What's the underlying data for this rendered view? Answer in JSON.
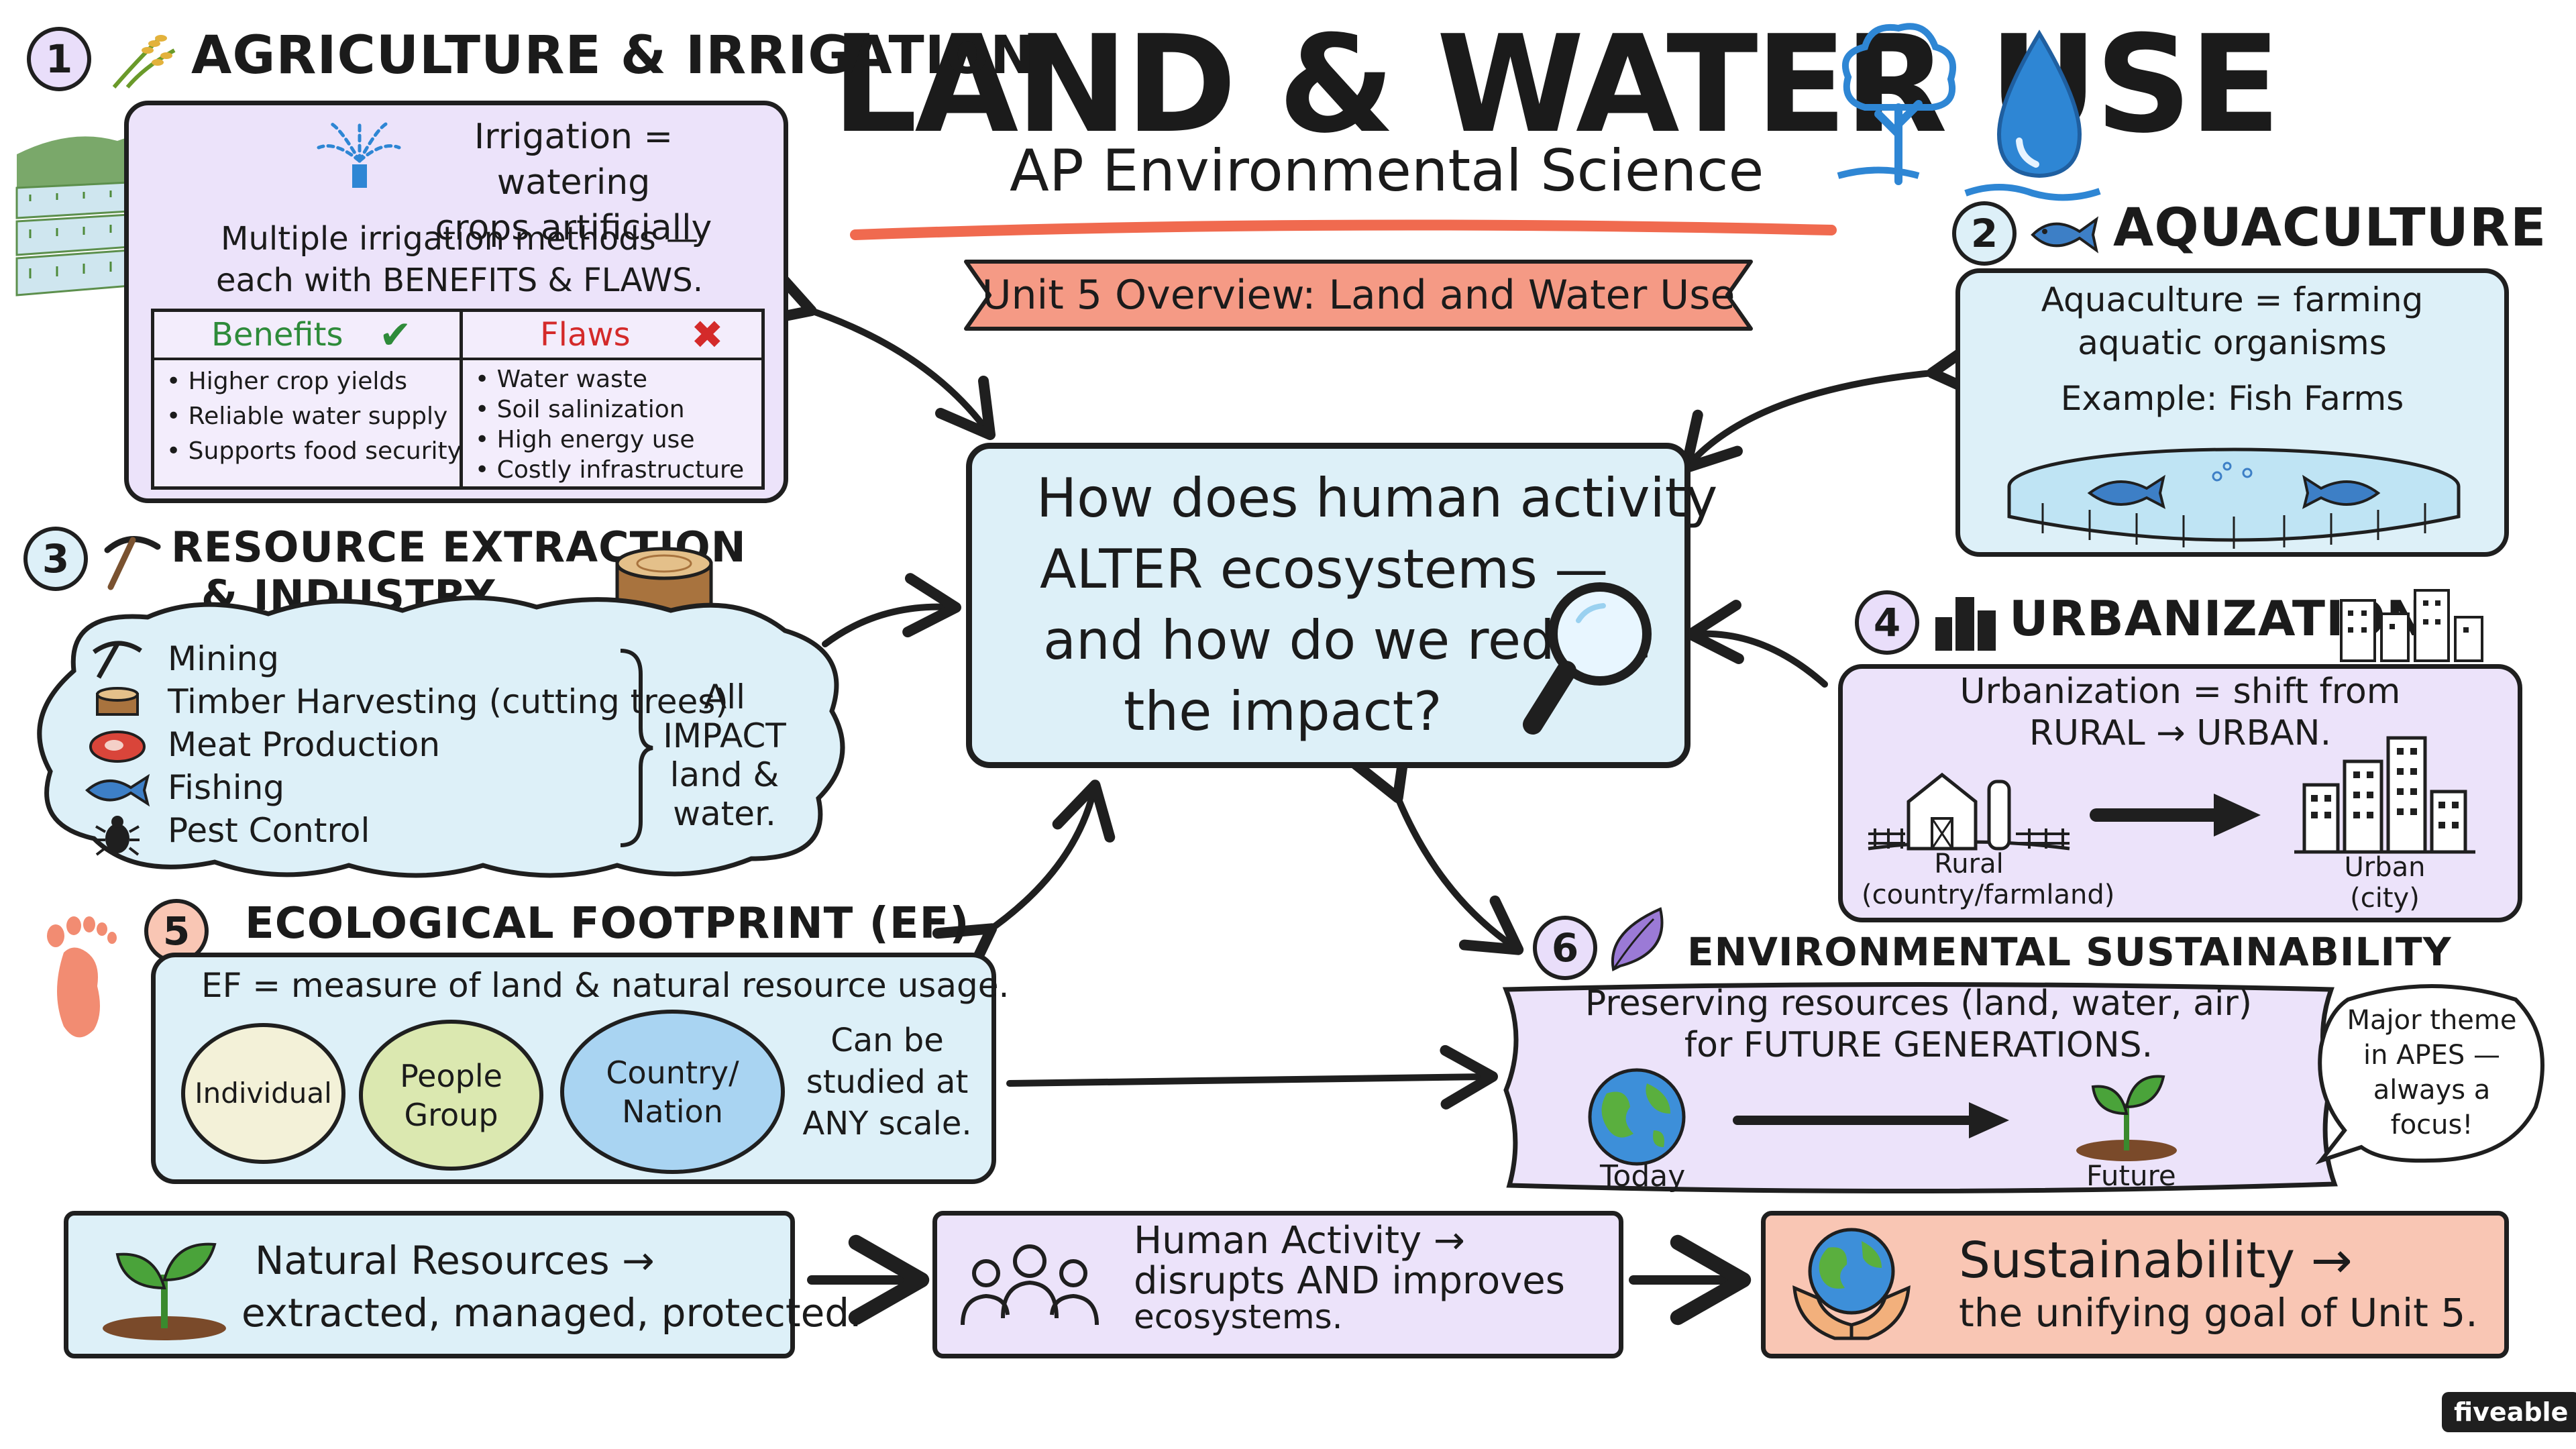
{
  "title": "LAND & WATER USE",
  "subtitle": "AP Environmental Science",
  "banner": "Unit 5 Overview: Land and Water Use",
  "central_question": [
    "How does human activity",
    "ALTER ecosystems —",
    "and how do we reduce",
    "the impact?"
  ],
  "sections": {
    "agriculture": {
      "number": "1",
      "heading": "AGRICULTURE & IRRIGATION",
      "definition": [
        "Irrigation = watering",
        "crops artificially"
      ],
      "methods": [
        "Multiple irrigation methods —",
        "each with BENEFITS & FLAWS."
      ],
      "benefits_label": "Benefits",
      "flaws_label": "Flaws",
      "benefits": [
        "• Higher crop yields",
        "• Reliable water supply",
        "• Supports food security"
      ],
      "flaws": [
        "• Water waste",
        "• Soil salinization",
        "• High energy use",
        "• Costly infrastructure"
      ]
    },
    "aquaculture": {
      "number": "2",
      "heading": "AQUACULTURE",
      "definition": [
        "Aquaculture = farming",
        "aquatic organisms"
      ],
      "example": "Example: Fish Farms"
    },
    "resource": {
      "number": "3",
      "heading": [
        "RESOURCE EXTRACTION",
        "& INDUSTRY"
      ],
      "items": [
        "Mining",
        "Timber Harvesting (cutting trees)",
        "Meat Production",
        "Fishing",
        "Pest Control"
      ],
      "impact": [
        "All",
        "IMPACT",
        "land &",
        "water."
      ]
    },
    "urbanization": {
      "number": "4",
      "heading": "URBANIZATION",
      "definition": [
        "Urbanization = shift from",
        "RURAL → URBAN."
      ],
      "rural": [
        "Rural",
        "(country/farmland)"
      ],
      "urban": [
        "Urban",
        "(city)"
      ]
    },
    "footprint": {
      "number": "5",
      "heading": "ECOLOGICAL FOOTPRINT (EF)",
      "definition": "EF = measure of land & natural resource usage.",
      "scales": [
        "Individual",
        "People Group",
        "Country/ Nation"
      ],
      "scale_note": [
        "Can be",
        "studied at",
        "ANY scale."
      ]
    },
    "sustainability": {
      "number": "6",
      "heading": "ENVIRONMENTAL SUSTAINABILITY",
      "definition": [
        "Preserving resources (land, water, air)",
        "for FUTURE GENERATIONS."
      ],
      "today": "Today",
      "future": "Future",
      "bubble": [
        "Major theme",
        "in APES —",
        "always a",
        "focus!"
      ]
    }
  },
  "bottom": {
    "natural": [
      "Natural Resources →",
      "extracted, managed, protected."
    ],
    "human": [
      "Human Activity →",
      "disrupts AND improves",
      "ecosystems."
    ],
    "sustainability": [
      "Sustainability →",
      "the unifying goal of Unit 5."
    ]
  },
  "brand": "fiveable",
  "colors": {
    "lavender": "#ece3fa",
    "light_blue": "#ddf0f8",
    "salmon": "#f9c6b4",
    "banner": "#f59a85",
    "underline": "#f06a4f",
    "blue_icon": "#2e86d4",
    "green": "#2e8b3a",
    "red": "#d42a2a"
  }
}
